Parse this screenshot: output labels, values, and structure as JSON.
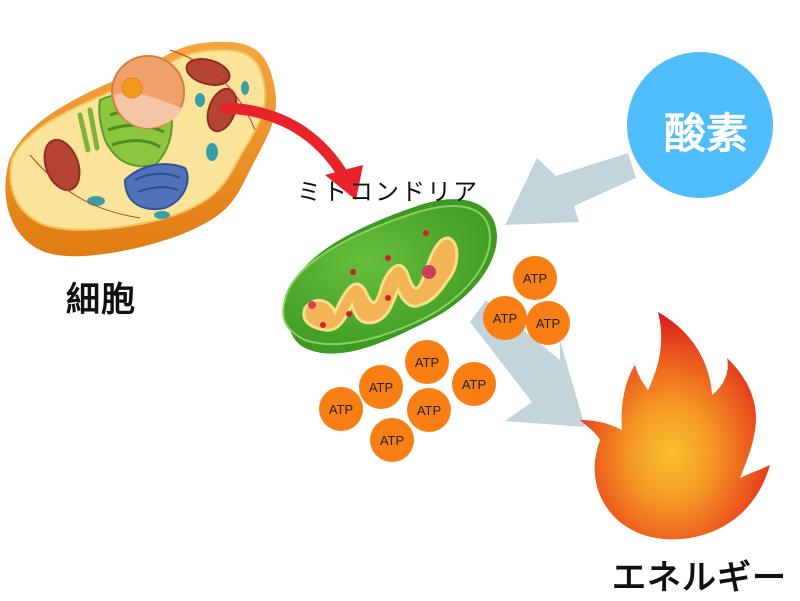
{
  "labels": {
    "cell": "細胞",
    "mitochondria": "ミトコンドリア",
    "oxygen": "酸素",
    "energy": "エネルギー"
  },
  "atp": {
    "text": "ATP",
    "count": 9,
    "items": [
      "ATP",
      "ATP",
      "ATP",
      "ATP",
      "ATP",
      "ATP",
      "ATP",
      "ATP",
      "ATP"
    ]
  },
  "colors": {
    "oxygen_circle": "#4FBDFB",
    "arrow_gray": "#C3D5DA",
    "arrow_red": "#E8232B",
    "atp_orange": "#F97F14",
    "mito_green": "#4DAA2C",
    "flame_outer": "#E4251C",
    "flame_inner": "#F6B128"
  }
}
